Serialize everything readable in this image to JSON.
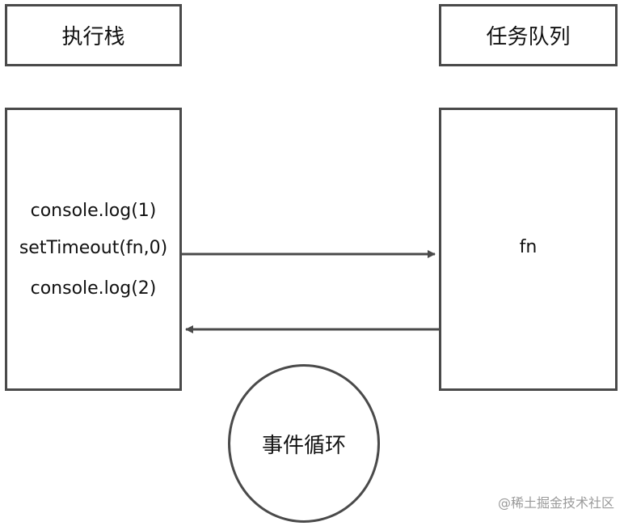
{
  "diagram": {
    "stack_title": "执行栈",
    "queue_title": "任务队列",
    "stack_lines": [
      "console.log(1)",
      "setTimeout(fn,0)",
      "console.log(2)"
    ],
    "queue_items": [
      "fn"
    ],
    "event_loop_label": "事件循环",
    "watermark": "@稀土掘金技术社区"
  },
  "colors": {
    "stroke": "#4a4a4a",
    "text": "#111111",
    "watermark": "#9a9a9a"
  }
}
